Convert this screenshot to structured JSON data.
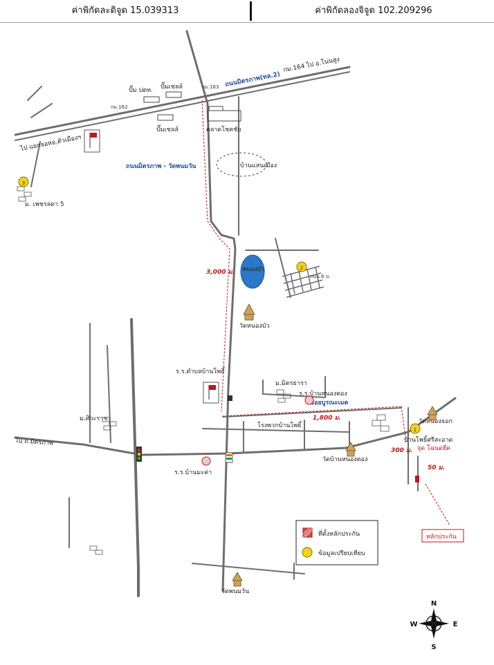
{
  "header": {
    "latitude_text": "ค่าพิกัดละติจูด 15.039313",
    "longitude_text": "ค่าพิกัดลองจิจูด 102.209296"
  },
  "map": {
    "roads": {
      "highway_label": "ถนนมิตรภาพ(ทล.2)",
      "km163": "กม.163",
      "km164": "กม.164 ไป อ.โนนสูง",
      "km162": "กม.162",
      "to_korat": "ไป แยกจอหอ,ตัวเมืองฯ",
      "mitraphap_watphon": "ถนนมิตรภาพ - วัดพนมวัน",
      "to_mitraphap": "ไป ถ.มิตรภาพ",
      "soi_bunchaloem": "ซอยบูรณะเมต"
    },
    "places": {
      "ptt_pump": "ปั๊ม ปตท.",
      "shell_pump_top": "ปั๊มเชลล์",
      "shell_pump_bottom": "ปั๊มเชลล์",
      "talat_chokchai": "ตลาดโชคชัย",
      "ban_saenmuang": "บ้านแสนเมือง",
      "nong_bua": "หนองบัว",
      "wat_nong_bua": "วัดหนองบัว",
      "school_ban_pho": "ร.ร.ตำบลบ้านโพธิ์",
      "ban_phetrada": "ม. เพชรลดา 5",
      "m_siwarat": "ม.ศิวะราช",
      "m_mo_thara": "ม.มิตรธารา",
      "school_ban_nong_tong": "ร.ร.บ้านหนองตอง",
      "hospital_ban_pho": "โรงพวกบ้านโพธิ์",
      "wat_ban_nong_tong": "วัดบ้านหนองตอง",
      "school_ban_mueang": "ร.ร.บ้านมะค่า",
      "wat_phanom_wan": "วัดพนมวัน",
      "wat_nong_chok": "วัดหนองจอก",
      "ban_pho_sisa": "บ้านโพธิ์ศรีสะอาด",
      "collateral_point": "จุด โฉนดยืด",
      "collateral_label": "หลักประกัน",
      "road_6m": "ถนน.6 ม."
    },
    "distances": {
      "d3000": "3,000 ม.",
      "d1800": "1,800 ม.",
      "d300": "300 ม.",
      "d50": "50 ม."
    },
    "markers": [
      "1",
      "2",
      "3"
    ]
  },
  "legend": {
    "collateral": "ที่ตั้งหลักประกัน",
    "comparison": "ข้อมูลเปรียบเทียบ"
  },
  "compass": {
    "n": "N",
    "s": "S",
    "e": "E",
    "w": "W"
  },
  "colors": {
    "road": "#6d6d6d",
    "road_label_blue": "#1f4ea0",
    "route_red": "#c4161c",
    "marker_yellow": "#f3d21c",
    "pond_blue": "#2a78c8"
  }
}
